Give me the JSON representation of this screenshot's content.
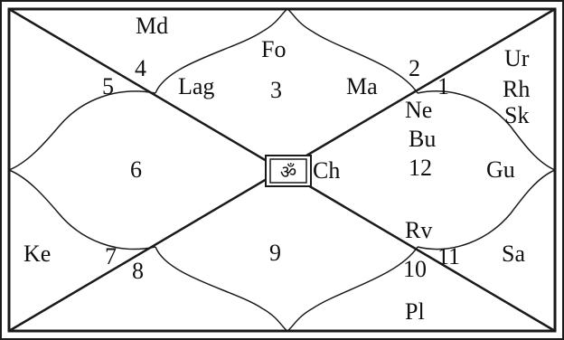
{
  "chart": {
    "center_symbol": "ॐ",
    "houses": [
      {
        "number": "1",
        "planets": [
          "Ma",
          "Ne",
          "Bu",
          "Ch"
        ]
      },
      {
        "number": "2",
        "planets": [
          "Ur",
          "Rh",
          "Sk"
        ]
      },
      {
        "number": "3",
        "planets": [
          "Fo"
        ]
      },
      {
        "number": "4",
        "planets": [
          "Md"
        ]
      },
      {
        "number": "5",
        "planets": []
      },
      {
        "number": "6",
        "planets": []
      },
      {
        "number": "7",
        "planets": [
          "Ke"
        ]
      },
      {
        "number": "8",
        "planets": []
      },
      {
        "number": "9",
        "planets": []
      },
      {
        "number": "10",
        "planets": [
          "Pl"
        ]
      },
      {
        "number": "11",
        "planets": [
          "Sa"
        ]
      },
      {
        "number": "12",
        "planets": [
          "Gu",
          "Rv"
        ]
      }
    ],
    "lagna_label": "Lag",
    "colors": {
      "line": "#1a1a1a",
      "background": "#ffffff"
    }
  }
}
